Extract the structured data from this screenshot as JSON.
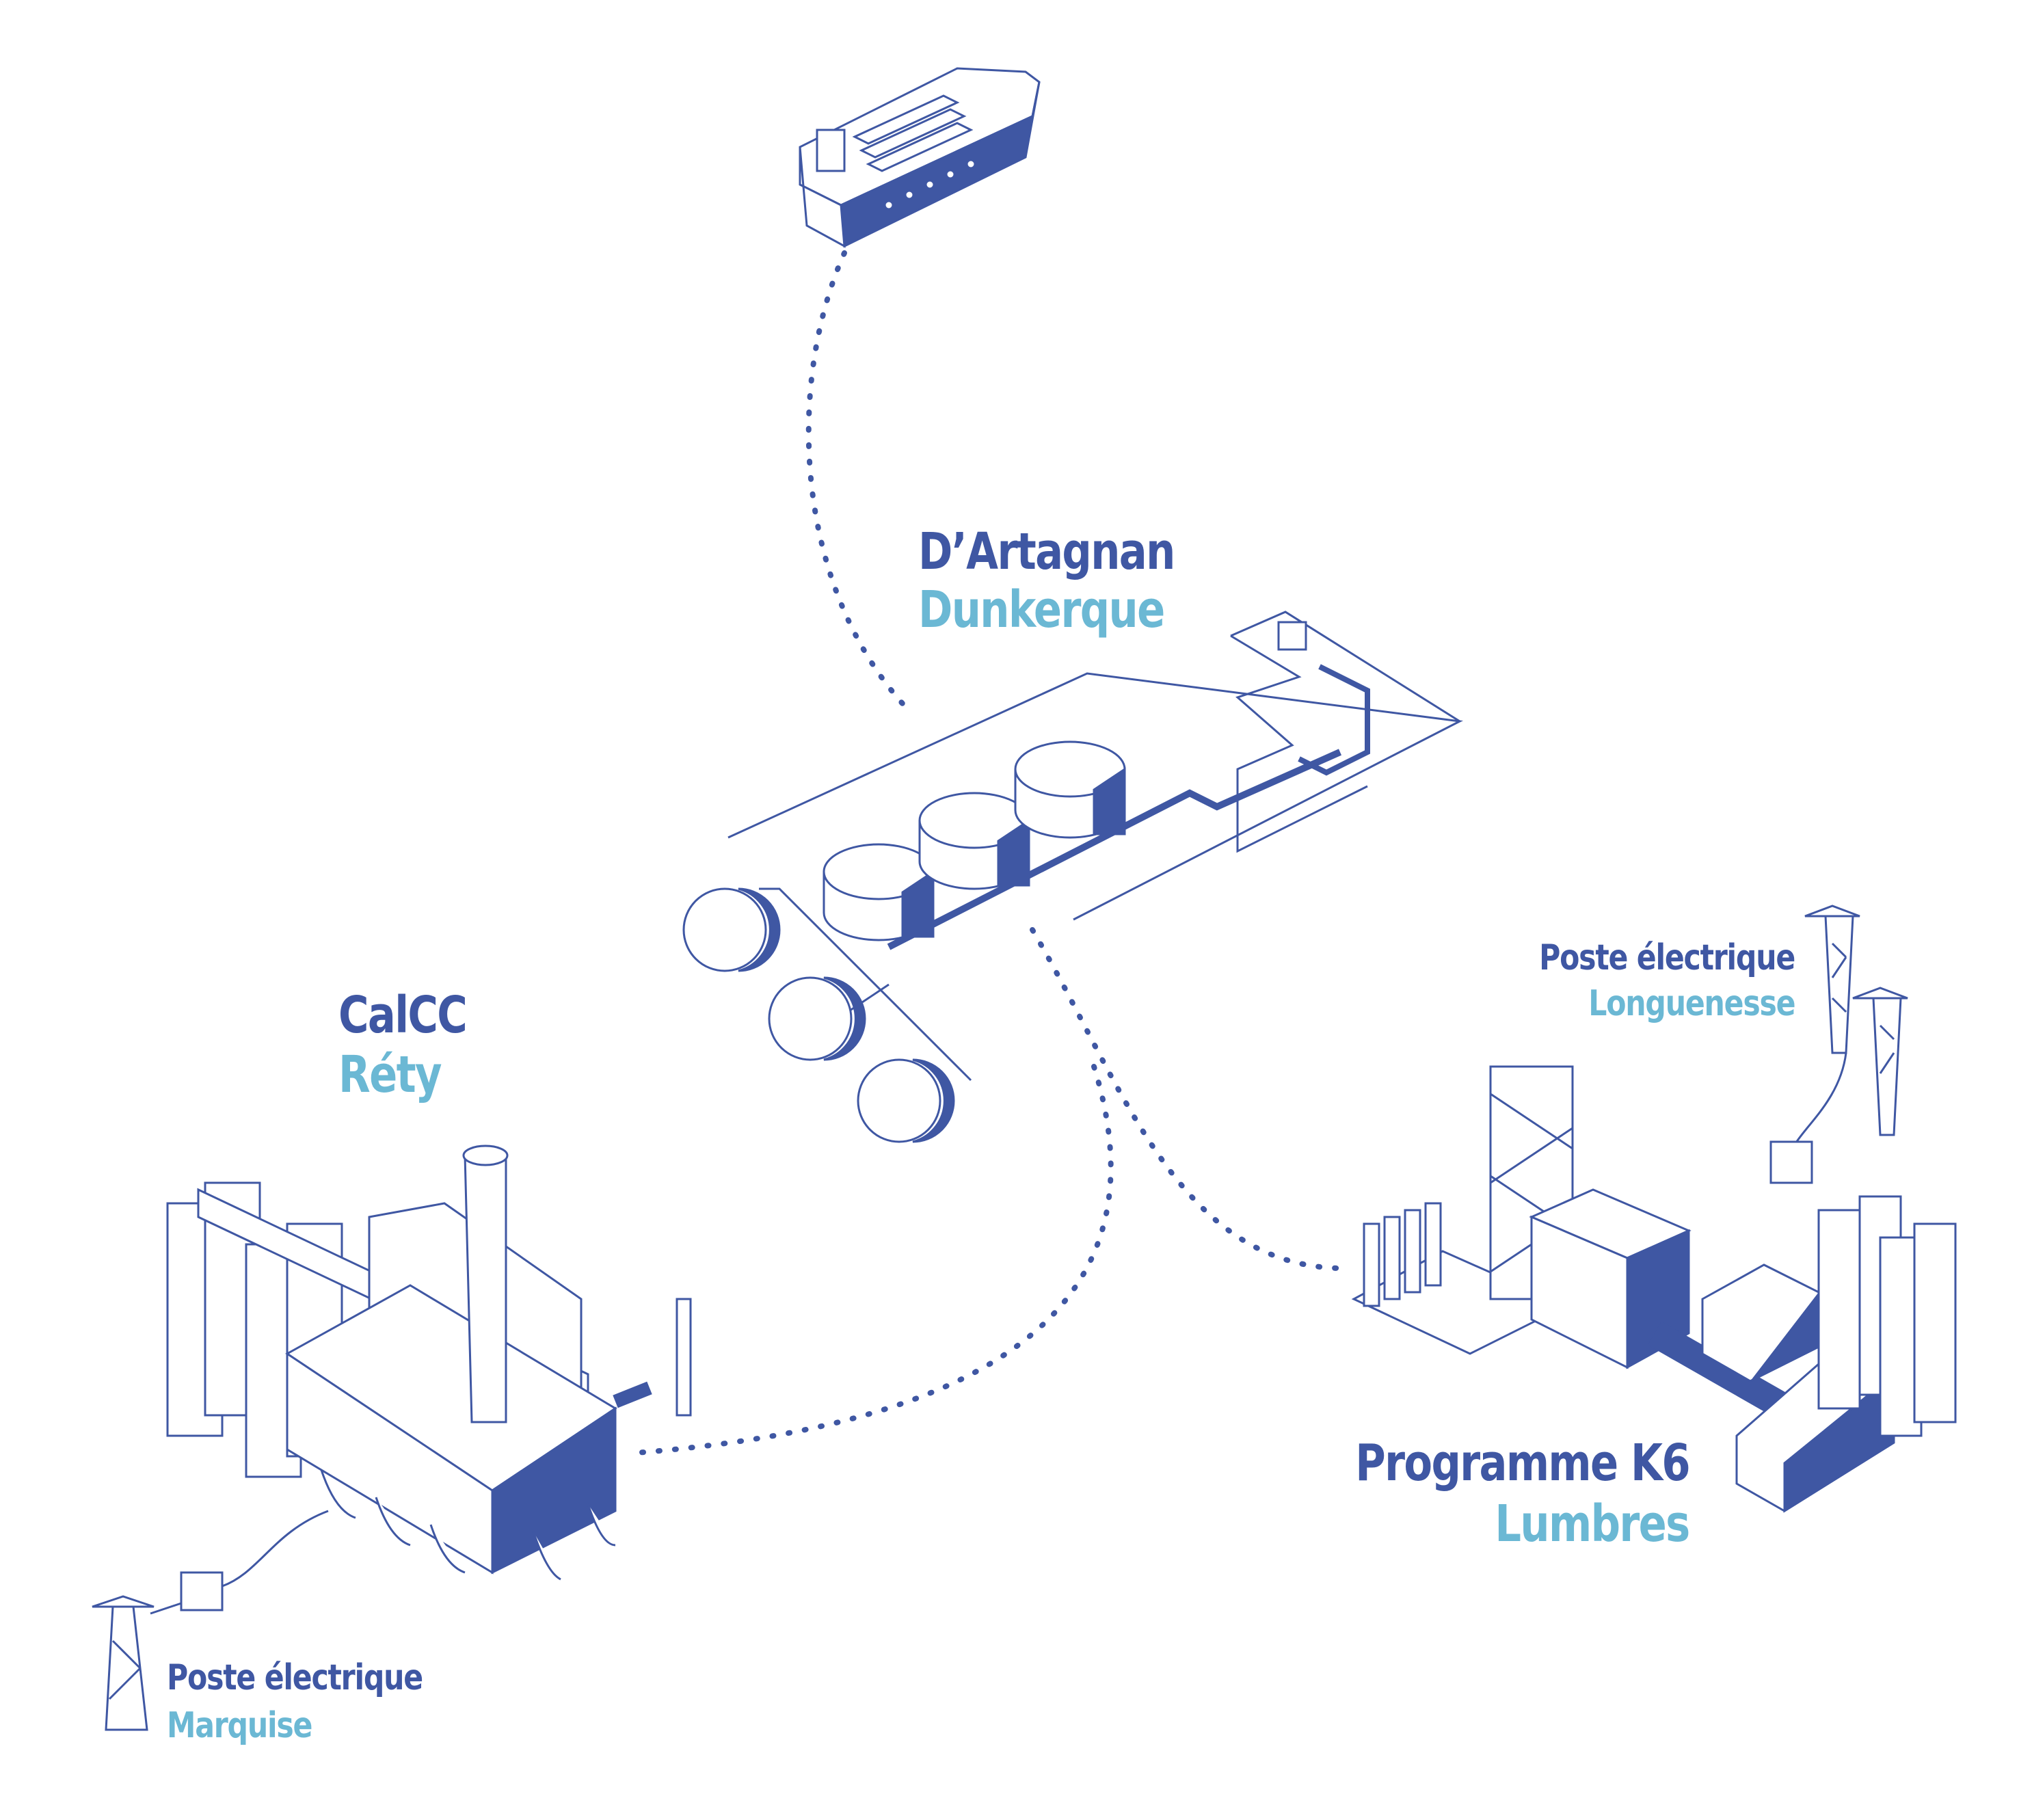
{
  "colors": {
    "primary": "#3f57a3",
    "secondary": "#6bb8d4",
    "background": "#ffffff"
  },
  "sites": {
    "dartagnan": {
      "name": "D’Artagnan",
      "city": "Dunkerque"
    },
    "calcc": {
      "name": "CalCC",
      "city": "Réty"
    },
    "k6": {
      "name": "Programme K6",
      "city": "Lumbres"
    },
    "poste_longuenesse": {
      "name": "Poste électrique",
      "city": "Longuenesse"
    },
    "poste_marquise": {
      "name": "Poste électrique",
      "city": "Marquise"
    }
  }
}
